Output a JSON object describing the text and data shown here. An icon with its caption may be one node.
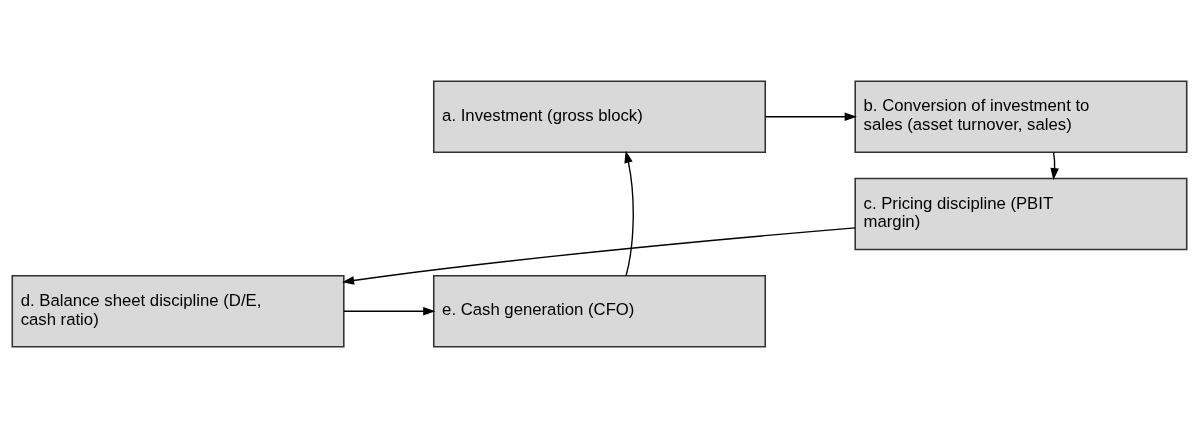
{
  "diagram": {
    "nodes": [
      {
        "text": [
          "a. Investment (gross block)"
        ]
      },
      {
        "text": [
          "b. Conversion of investment to sales (asset turnover, sales)"
        ]
      },
      {
        "text": [
          "c. Pricing discipline (PBIT margin)"
        ]
      },
      {
        "text": [
          "d. Balance sheet discipline (D/E, cash ratio)"
        ]
      },
      {
        "text": [
          "e. Cash generation (CFO)"
        ]
      }
    ],
    "edges": [
      {
        "from": 0,
        "to": 1,
        "arrow": "to"
      },
      {
        "from": 1,
        "to": 2,
        "arrow": "to"
      },
      {
        "from": 2,
        "to": 3,
        "arrow": "to"
      },
      {
        "from": 3,
        "to": 4,
        "arrow": "to"
      },
      {
        "from": 4,
        "to": 0,
        "arrow": "to"
      }
    ]
  }
}
